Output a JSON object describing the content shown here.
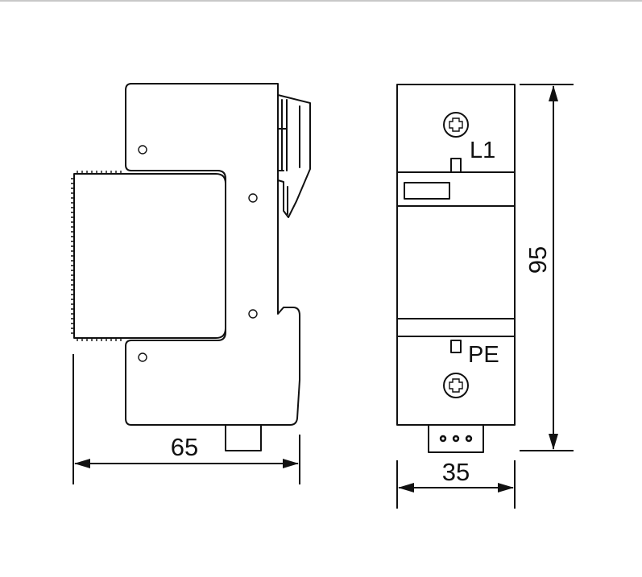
{
  "drawing": {
    "side_view": {
      "width_dimension": "65"
    },
    "front_view": {
      "top_terminal_label": "L1",
      "bottom_terminal_label": "PE",
      "width_dimension": "35",
      "height_dimension": "95"
    },
    "colors": {
      "line": "#111111",
      "background": "#ffffff"
    }
  }
}
